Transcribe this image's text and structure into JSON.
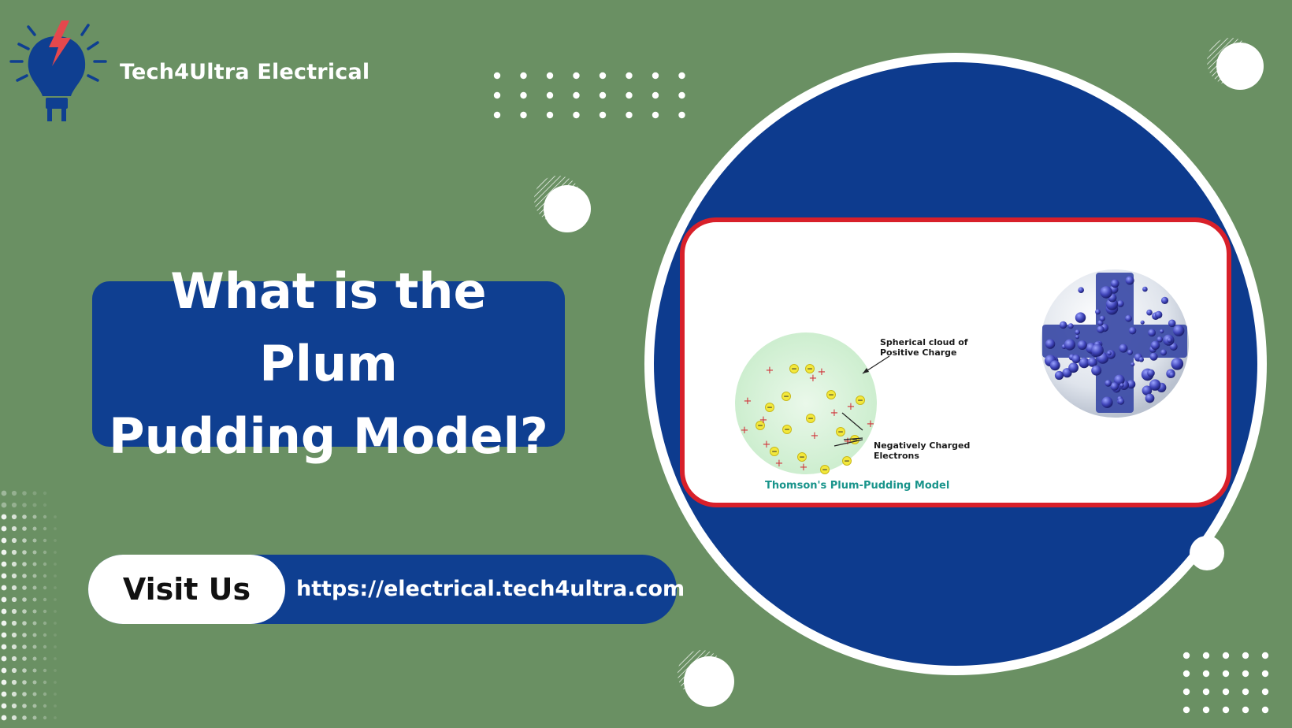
{
  "brand": {
    "name": "Tech4Ultra Electrical",
    "logo_icon": "lightbulb-bolt-icon",
    "colors": {
      "bulb": "#0f3f91",
      "bolt": "#e5484d"
    }
  },
  "headline": {
    "line1": "What is the Plum",
    "line2": "Pudding Model?"
  },
  "cta": {
    "button_label": "Visit Us",
    "url": "https://electrical.tech4ultra.com"
  },
  "diagram": {
    "label_positive_1": "Spherical cloud of",
    "label_positive_2": "Positive Charge",
    "label_electrons_1": "Negatively Charged",
    "label_electrons_2": "Electrons",
    "caption": "Thomson's Plum-Pudding Model",
    "plus_symbol": "+",
    "minus_symbol": "−"
  },
  "colors": {
    "background": "#6a9063",
    "accent_blue": "#0f3f91",
    "frame_red": "#d8202a",
    "caption_teal": "#19948b"
  }
}
